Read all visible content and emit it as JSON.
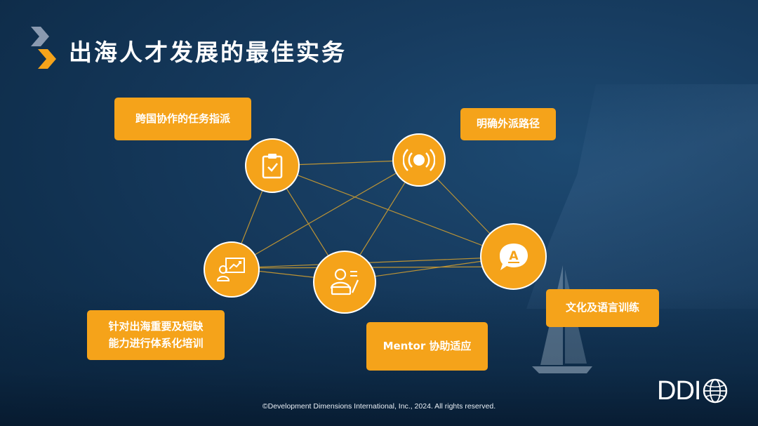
{
  "slide": {
    "title": "出海人才发展的最佳实务",
    "accent_color": "#f5a31a",
    "background_color": "#143656"
  },
  "nodes": [
    {
      "id": "clipboard",
      "icon": "clipboard-check-icon"
    },
    {
      "id": "broadcast",
      "icon": "broadcast-signal-icon"
    },
    {
      "id": "presentation",
      "icon": "presenter-chart-icon"
    },
    {
      "id": "mentor",
      "icon": "person-notes-icon"
    },
    {
      "id": "language",
      "icon": "speech-bubble-letter-a-icon"
    }
  ],
  "labels": {
    "cross_border": "跨国协作的任务指派",
    "assignment_path": "明确外派路径",
    "training_line1": "针对出海重要及短缺",
    "training_line2": "能力进行体系化培训",
    "mentor": "Mentor 协助适应",
    "language": "文化及语言训练"
  },
  "footer": {
    "copyright": "©Development Dimensions International, Inc., 2024. All rights reserved.",
    "logo_text": "DDI"
  }
}
